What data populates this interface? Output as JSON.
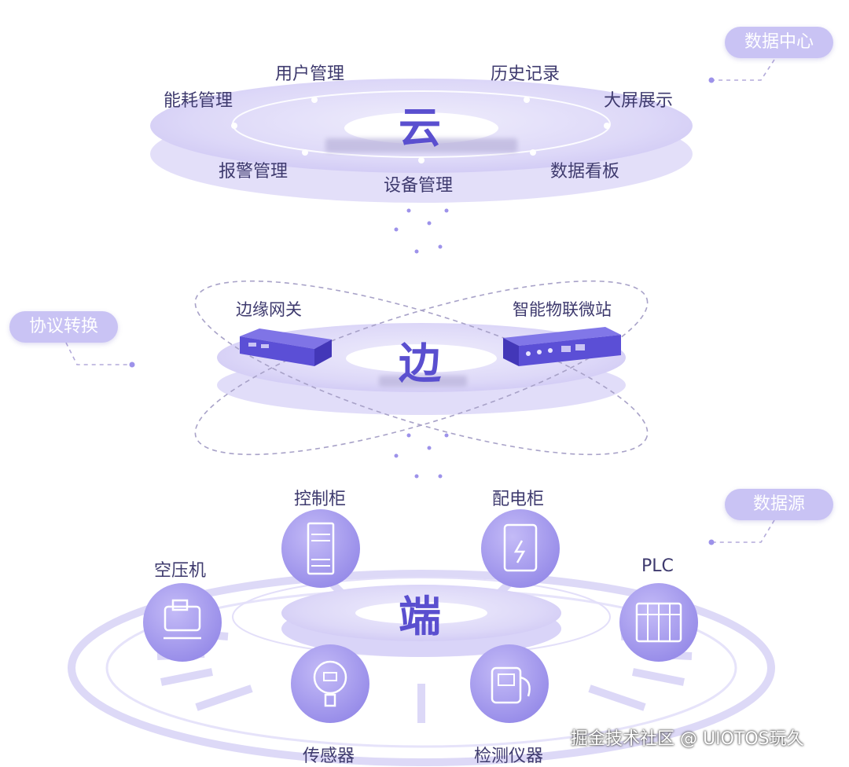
{
  "layers": {
    "cloud": {
      "title": "云",
      "modules": [
        "用户管理",
        "历史记录",
        "能耗管理",
        "大屏展示",
        "报警管理",
        "设备管理",
        "数据看板"
      ]
    },
    "edge": {
      "title": "边",
      "devices": [
        "边缘网关",
        "智能物联微站"
      ]
    },
    "end": {
      "title": "端",
      "sources": [
        "控制柜",
        "配电柜",
        "空压机",
        "PLC",
        "传感器",
        "检测仪器"
      ]
    }
  },
  "tags": {
    "data_center": "数据中心",
    "protocol": "协议转换",
    "data_source": "数据源"
  },
  "watermark": "掘金技术社区 @ UIOTOS玩久",
  "colors": {
    "accent": "#5a4fcf",
    "disc": "#d8d3f7",
    "pill": "#c9c3f4",
    "icon_circle": "#a99ef0",
    "text": "#3e3a6e"
  },
  "icons": [
    "cabinet-icon",
    "power-box-icon",
    "compressor-icon",
    "plc-icon",
    "sensor-icon",
    "instrument-icon",
    "gateway-device-icon",
    "micro-station-device-icon"
  ]
}
